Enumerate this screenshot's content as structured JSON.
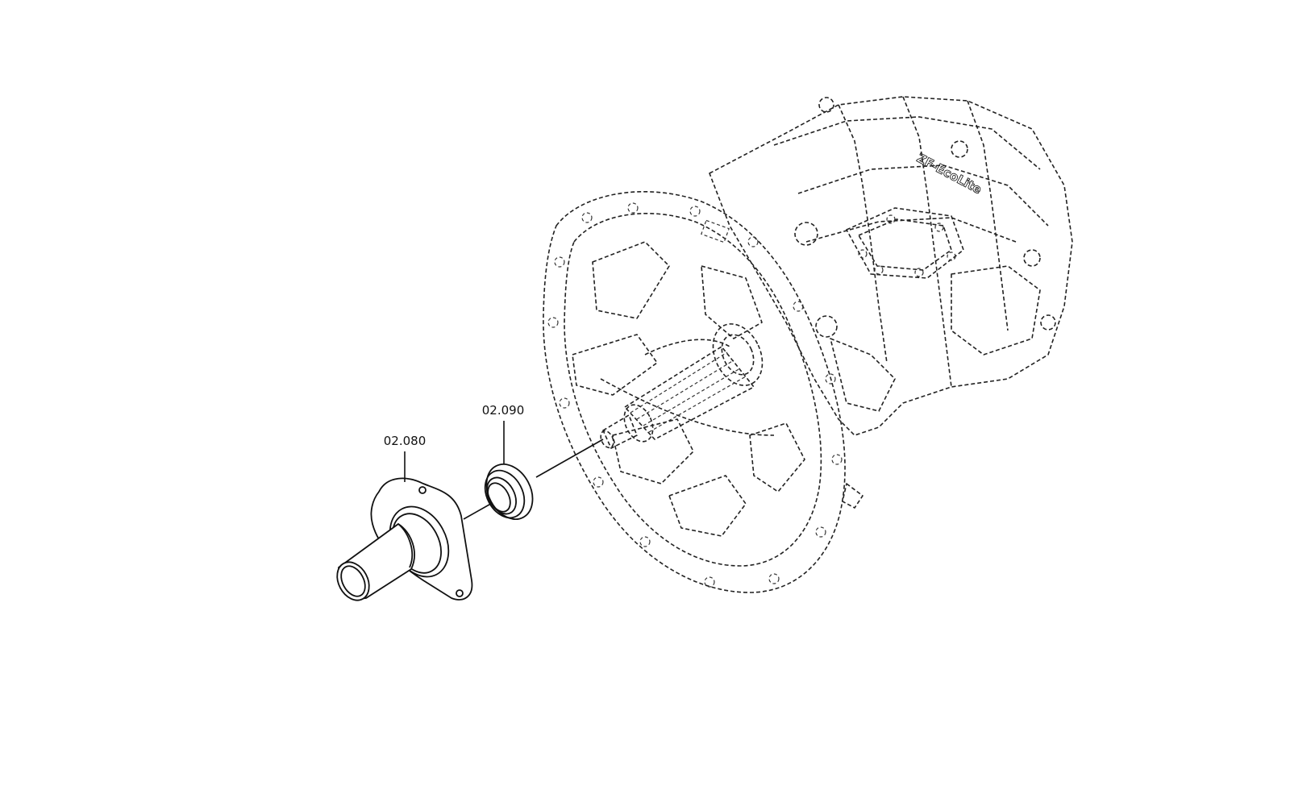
{
  "callouts": [
    {
      "id": "02.080",
      "label": "02.080"
    },
    {
      "id": "02.090",
      "label": "02.090"
    }
  ],
  "housing_lettering": "ZF-EcoLite",
  "colors": {
    "line": "#111111",
    "background": "#ffffff"
  }
}
